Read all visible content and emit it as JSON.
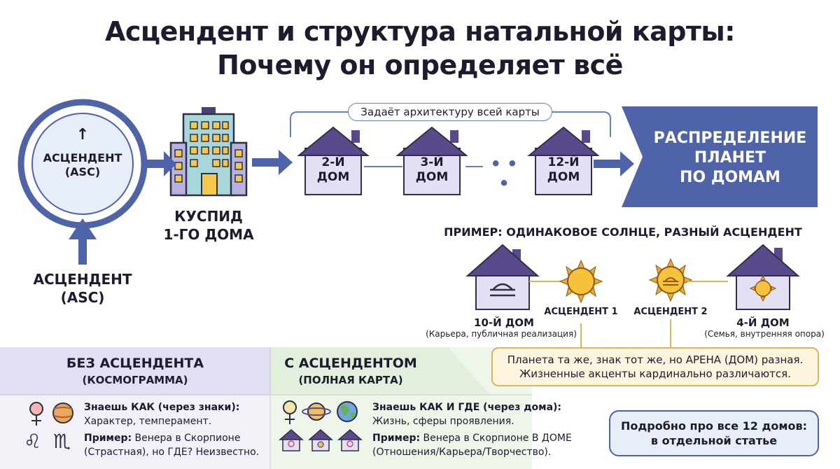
{
  "title": {
    "line1": "Асцендент и структура натальной карты:",
    "line2": "Почему он определяет всё"
  },
  "asc_circle": {
    "arrow": "↑",
    "line1": "АСЦЕНДЕНТ",
    "line2": "(ASC)"
  },
  "asc_bottom": {
    "line1": "АСЦЕНДЕНТ",
    "line2": "(ASC)"
  },
  "cusp": {
    "line1": "КУСПИД",
    "line2": "1-ГО ДОМА"
  },
  "bracket_label": "Задаёт архитектуру всей карты",
  "houses": [
    {
      "line1": "2-Й",
      "line2": "ДОМ"
    },
    {
      "line1": "3-Й",
      "line2": "ДОМ"
    },
    {
      "line1": "12-Й",
      "line2": "ДОМ"
    }
  ],
  "dots": "• • •",
  "distribution": {
    "line1": "РАСПРЕДЕЛЕНИЕ",
    "line2": "ПЛАНЕТ",
    "line3": "ПО ДОМАМ"
  },
  "example": {
    "title": "ПРИМЕР: ОДИНАКОВОЕ СОЛНЦЕ, РАЗНЫЙ АСЦЕНДЕНТ",
    "house_left": {
      "name": "10-Й ДОМ",
      "desc": "(Карьера, публичная реализация)"
    },
    "asc1": "АСЦЕНДЕНТ 1",
    "asc2": "АСЦЕНДЕНТ 2",
    "house_right": {
      "name": "4-Й ДОМ",
      "desc": "(Семья, внутренняя опора)"
    },
    "note_line1": "Планета та же, знак тот же, но АРЕНА (ДОМ) разная.",
    "note_line2": "Жизненные акценты кардинально различаются."
  },
  "panel_without": {
    "title": "БЕЗ АСЦЕНДЕНТА",
    "subtitle": "(КОСМОГРАММА)",
    "know_label": "Знаешь КАК (через знаки):",
    "know_text": "Характер, темперамент.",
    "example_label": "Пример:",
    "example_text_1": " Венера в Скорпионе",
    "example_text_2": "(Страстная), но ГДЕ? Неизвестно.",
    "glyphs": {
      "venus": "♀",
      "leo": "♌",
      "scorpio": "♏"
    }
  },
  "panel_with": {
    "title": "С АСЦЕНДЕНТОМ",
    "subtitle": "(ПОЛНАЯ КАРТА)",
    "know_label": "Знаешь КАК И ГДЕ (через дома):",
    "know_text": "Жизнь, сферы проявления.",
    "example_label": "Пример:",
    "example_text_1": " Венера в Скорпионе В ДОМЕ",
    "example_text_2": "(Отношения/Карьера/Творчество).",
    "glyphs": {
      "venus": "♀"
    }
  },
  "link_box": {
    "line1": "Подробно про все 12 домов:",
    "line2": "в отдельной статье"
  },
  "colors": {
    "accent_blue": "#4f63a8",
    "house_purple": "#5a4a8c",
    "house_fill": "#e4e0f3",
    "panel_left": "#e3def2",
    "panel_right": "#e2efdc",
    "sun": "#f0a830",
    "note_bg": "#fcf4dc"
  }
}
